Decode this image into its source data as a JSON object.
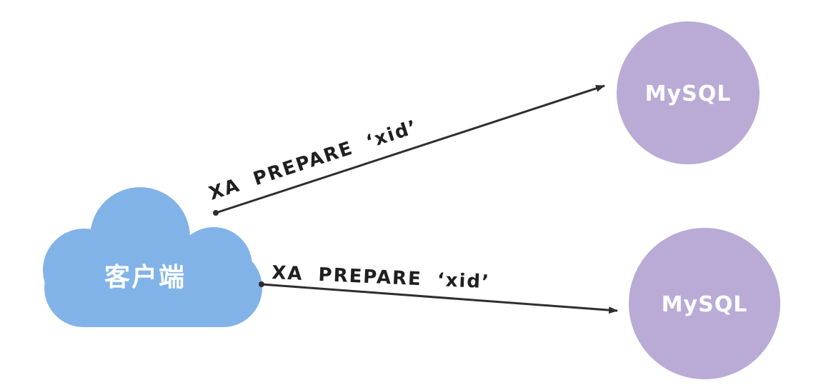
{
  "diagram": {
    "client": {
      "label": "客户端"
    },
    "nodes": {
      "top": {
        "label": "MySQL"
      },
      "bottom": {
        "label": "MySQL"
      }
    },
    "edges": {
      "top": {
        "label": "XA PREPARE ‘xid’"
      },
      "bottom": {
        "label": "XA PREPARE ‘xid’"
      }
    },
    "colors": {
      "cloud_fill": "#82B3E8",
      "node_fill": "#B9ABD6",
      "node_text": "#FFFFFF",
      "client_text": "#FFFFFF",
      "arrow_stroke": "#2E2E2E",
      "edge_label_text": "#1F1F1F"
    }
  }
}
